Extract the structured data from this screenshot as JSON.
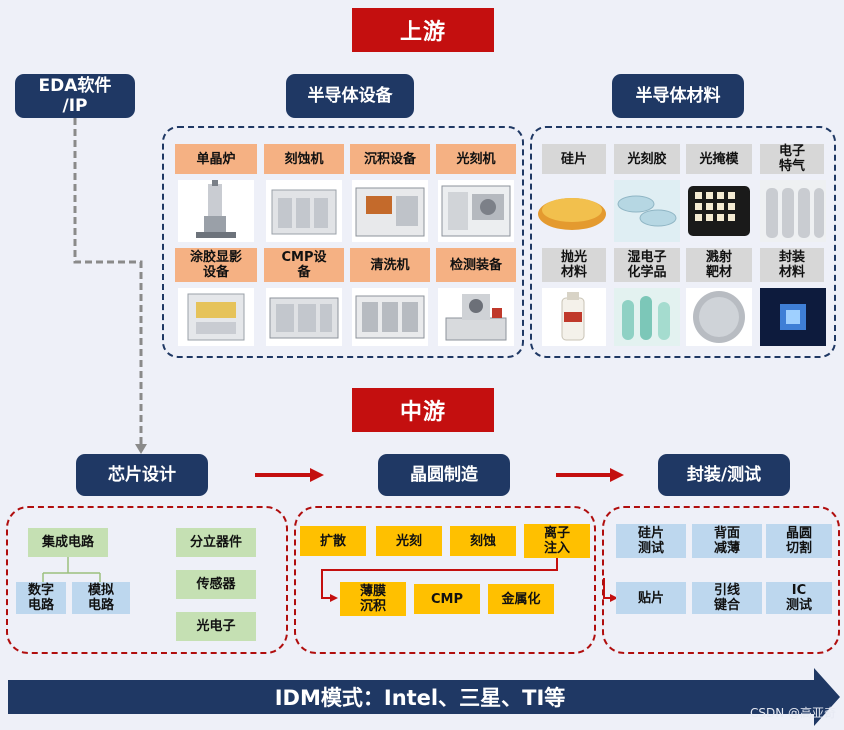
{
  "upstream": {
    "title": "上游",
    "eda": "EDA软件\n/IP",
    "equipment": {
      "title": "半导体设备",
      "items": [
        "单晶炉",
        "刻蚀机",
        "沉积设备",
        "光刻机",
        "涂胶显影\n设备",
        "CMP设\n备",
        "清洗机",
        "检测装备"
      ]
    },
    "materials": {
      "title": "半导体材料",
      "items": [
        "硅片",
        "光刻胶",
        "光掩模",
        "电子\n特气",
        "抛光\n材料",
        "湿电子\n化学品",
        "溅射\n靶材",
        "封装\n材料"
      ]
    }
  },
  "midstream": {
    "title": "中游",
    "stages": [
      "芯片设计",
      "晶圆制造",
      "封装/测试"
    ],
    "design": {
      "ic": "集成电路",
      "digital": "数字\n电路",
      "analog": "模拟\n电路",
      "discrete": "分立器件",
      "sensor": "传感器",
      "optoelectronic": "光电子"
    },
    "fab": {
      "row1": [
        "扩散",
        "光刻",
        "刻蚀",
        "离子\n注入"
      ],
      "row2": [
        "薄膜\n沉积",
        "CMP",
        "金属化"
      ]
    },
    "packaging": {
      "row1": [
        "硅片\n测试",
        "背面\n减薄",
        "晶圆\n切割"
      ],
      "row2": [
        "贴片",
        "引线\n键合",
        "IC\n测试"
      ]
    }
  },
  "idm": "IDM模式：Intel、三星、TI等",
  "watermark": "CSDN @高亚奇",
  "colors": {
    "red": "#c40f0f",
    "navy": "#1f3864",
    "peach": "#f5b183",
    "gold": "#ffc000",
    "green": "#c5e0b3",
    "lightblue": "#bdd7ee",
    "gray": "#d7d7d7"
  }
}
